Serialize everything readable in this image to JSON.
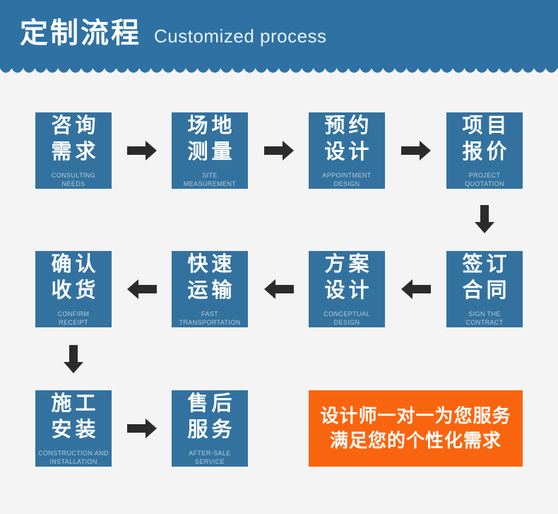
{
  "header": {
    "title": "定制流程",
    "subtitle": "Customized process"
  },
  "steps": [
    {
      "zh1": "咨询",
      "zh2": "需求",
      "en1": "CONSULTING",
      "en2": "NEEDS"
    },
    {
      "zh1": "场地",
      "zh2": "测量",
      "en1": "SITE",
      "en2": "MEASUREMENT"
    },
    {
      "zh1": "预约",
      "zh2": "设计",
      "en1": "APPOINTMENT",
      "en2": "DESIGN"
    },
    {
      "zh1": "项目",
      "zh2": "报价",
      "en1": "PROJECT",
      "en2": "QUOTATION"
    },
    {
      "zh1": "签订",
      "zh2": "合同",
      "en1": "SIGN THE",
      "en2": "CONTRACT"
    },
    {
      "zh1": "方案",
      "zh2": "设计",
      "en1": "CONCEPTUAL",
      "en2": "DESIGN"
    },
    {
      "zh1": "快速",
      "zh2": "运输",
      "en1": "FAST",
      "en2": "TRANSPORTATION"
    },
    {
      "zh1": "确认",
      "zh2": "收货",
      "en1": "CONFIRM",
      "en2": "RECEIPT"
    },
    {
      "zh1": "施工",
      "zh2": "安装",
      "en1": "CONSTRUCTION AND",
      "en2": "INSTALLATION"
    },
    {
      "zh1": "售后",
      "zh2": "服务",
      "en1": "AFTER-SALE",
      "en2": "SERVICE"
    }
  ],
  "banner": {
    "line1": "设计师一对一为您服务",
    "line2": "满足您的个性化需求"
  },
  "colors": {
    "header_blue": "#2E71A3",
    "box_blue": "#33729F",
    "accent_orange": "#F9650F",
    "arrow_black": "#2B2B2B",
    "background": "#F4F4F5"
  }
}
